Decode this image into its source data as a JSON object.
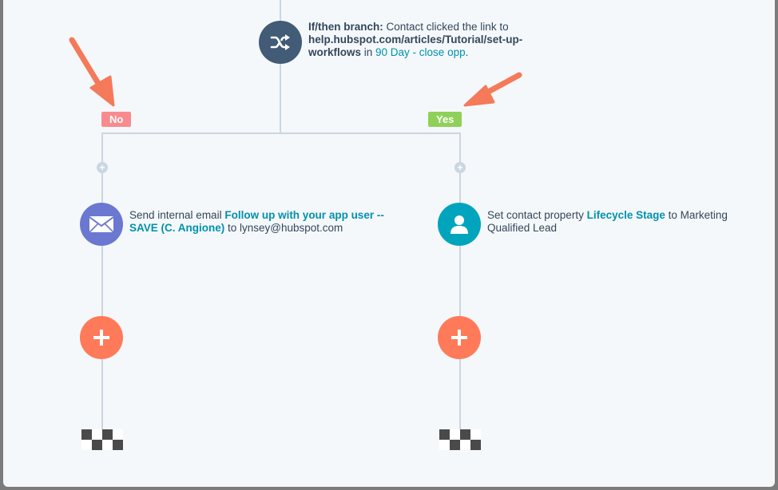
{
  "branch_node": {
    "icon": "shuffle-icon",
    "label": "If/then branch:",
    "text_before": " Contact clicked the link to ",
    "link_bold": "help.hubspot.com/articles/Tutorial/set-up-workflows",
    "text_in": " in ",
    "list_link": "90 Day - close opp",
    "text_end": "."
  },
  "branches": {
    "no_label": "No",
    "yes_label": "Yes"
  },
  "left_action": {
    "icon": "envelope-icon",
    "text_before": "Send internal email ",
    "link": "Follow up with your app user -- SAVE (C. Angione)",
    "text_after": " to lynsey@hubspot.com"
  },
  "right_action": {
    "icon": "person-icon",
    "text_before": "Set contact property ",
    "link": "Lifecycle Stage",
    "text_after": " to Marketing Qualified Lead"
  },
  "colors": {
    "no_tag": "#f2545b",
    "yes_tag": "#7fd14b",
    "branch_icon": "#425b76",
    "email_icon": "#6a78d1",
    "contact_icon": "#00a4bd",
    "add_button": "#ff7a59",
    "arrow": "#f47a5a"
  }
}
